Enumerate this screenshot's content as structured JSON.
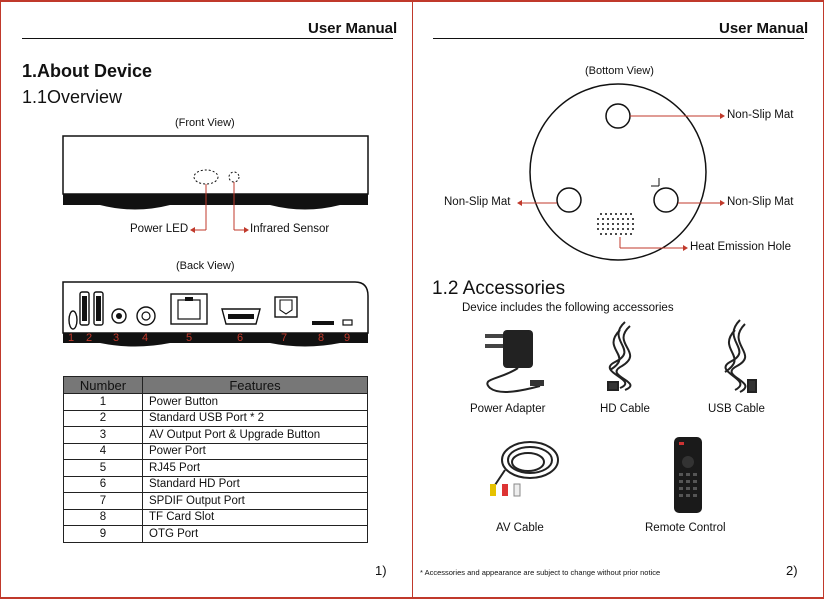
{
  "left_page": {
    "header": "User Manual",
    "section_title": "1.About Device",
    "subsection_title": "1.1Overview",
    "front_view_caption": "(Front View)",
    "power_led_label": "Power LED",
    "infrared_label": "Infrared Sensor",
    "back_view_caption": "(Back View)",
    "port_numbers": [
      "1",
      "2",
      "3",
      "4",
      "5",
      "6",
      "7",
      "8",
      "9"
    ],
    "table": {
      "headers": [
        "Number",
        "Features"
      ],
      "rows": [
        {
          "num": "1",
          "feature": "Power Button"
        },
        {
          "num": "2",
          "feature": "Standard USB Port * 2"
        },
        {
          "num": "3",
          "feature": "AV Output Port & Upgrade Button"
        },
        {
          "num": "4",
          "feature": "Power Port"
        },
        {
          "num": "5",
          "feature": "RJ45 Port"
        },
        {
          "num": "6",
          "feature": "Standard HD Port"
        },
        {
          "num": "7",
          "feature": "SPDIF Output Port"
        },
        {
          "num": "8",
          "feature": "TF Card Slot"
        },
        {
          "num": "9",
          "feature": "OTG Port"
        }
      ]
    },
    "page_number": "1)"
  },
  "right_page": {
    "header": "User Manual",
    "bottom_view_caption": "(Bottom View)",
    "mat_label_top": "Non-Slip Mat",
    "mat_label_left": "Non-Slip Mat",
    "mat_label_right": "Non-Slip Mat",
    "heat_label": "Heat Emission Hole",
    "accessories_title": "1.2 Accessories",
    "accessories_intro": "Device  includes the following accessories",
    "accessories": [
      "Power Adapter",
      "HD Cable",
      "USB Cable",
      "AV Cable",
      "Remote Control"
    ],
    "footnote": "* Accessories and appearance are subject to change without prior notice",
    "page_number": "2)"
  },
  "colors": {
    "accent": "#c0392b",
    "table_header": "#777777"
  }
}
